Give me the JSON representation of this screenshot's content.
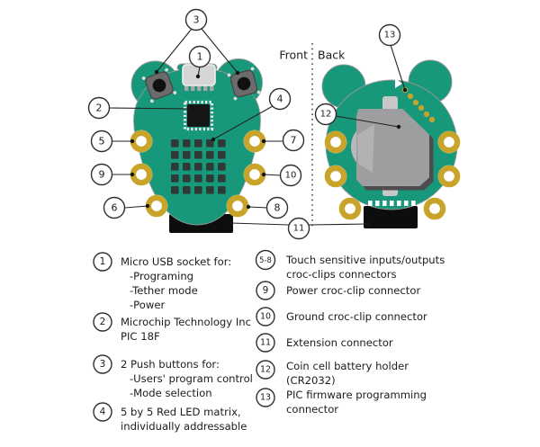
{
  "diagram": {
    "front_label": "Front",
    "back_label": "Back",
    "callouts": {
      "c1": "1",
      "c2": "2",
      "c3": "3",
      "c4": "4",
      "c5": "5",
      "c6": "6",
      "c7": "7",
      "c8": "8",
      "c9": "9",
      "c10": "10",
      "c11": "11",
      "c12": "12",
      "c13": "13"
    }
  },
  "legend": {
    "left": [
      {
        "num": "1",
        "lines": [
          "Micro USB socket for:",
          "-Programing",
          "-Tether mode",
          "-Power"
        ]
      },
      {
        "num": "2",
        "lines": [
          "Microchip Technology Inc",
          "PIC 18F"
        ]
      },
      {
        "num": "3",
        "lines": [
          "2 Push buttons for:",
          "-Users' program control",
          "-Mode selection"
        ]
      },
      {
        "num": "4",
        "lines": [
          "5 by 5 Red LED matrix,",
          "individually addressable"
        ]
      }
    ],
    "right": [
      {
        "num": "5-8",
        "lines": [
          "Touch sensitive inputs/outputs",
          "croc-clips connectors"
        ]
      },
      {
        "num": "9",
        "lines": [
          "Power croc-clip connector"
        ]
      },
      {
        "num": "10",
        "lines": [
          "Ground croc-clip connector"
        ]
      },
      {
        "num": "11",
        "lines": [
          "Extension connector"
        ]
      },
      {
        "num": "12",
        "lines": [
          "Coin cell battery holder",
          "(CR2032)"
        ]
      },
      {
        "num": "13",
        "lines": [
          "PIC firmware programming",
          "connector"
        ]
      }
    ]
  },
  "colors": {
    "board_teal": "#18987b",
    "ring_gold": "#c9a42b",
    "led_dark": "#2f3a36",
    "chip_black": "#161616",
    "button_gray": "#6b6b6b",
    "usb_gray": "#d5d5d5",
    "battery_gray": "#9c9ea0",
    "battery_shadow": "#4d4d4f",
    "connector_black": "#0d0d0d",
    "outline_gray": "#979797",
    "text_dark": "#1c1c1c"
  }
}
